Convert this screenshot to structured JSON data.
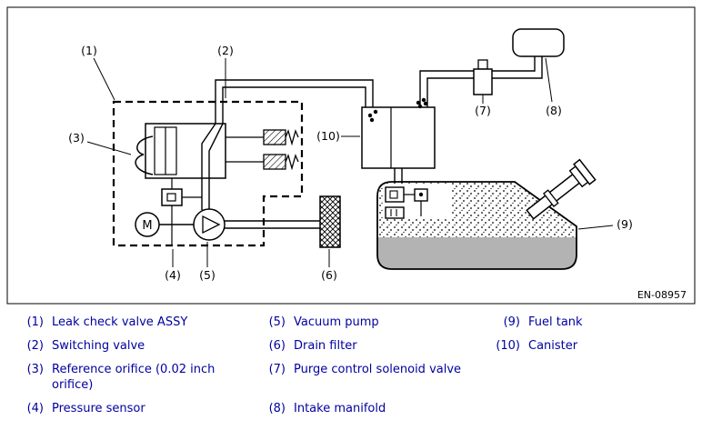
{
  "diagram": {
    "code": "EN-08957",
    "motor_label": "M",
    "callouts": {
      "c1": "(1)",
      "c2": "(2)",
      "c3": "(3)",
      "c4": "(4)",
      "c5": "(5)",
      "c6": "(6)",
      "c7": "(7)",
      "c8": "(8)",
      "c9": "(9)",
      "c10": "(10)"
    }
  },
  "legend": {
    "columns": [
      {
        "items": [
          {
            "num": "(1)",
            "label": "Leak check valve ASSY"
          },
          {
            "num": "(2)",
            "label": "Switching valve"
          },
          {
            "num": "(3)",
            "label": "Reference orifice (0.02 inch orifice)"
          },
          {
            "num": "(4)",
            "label": "Pressure sensor"
          }
        ]
      },
      {
        "items": [
          {
            "num": "(5)",
            "label": "Vacuum pump"
          },
          {
            "num": "(6)",
            "label": "Drain filter"
          },
          {
            "num": "(7)",
            "label": "Purge control solenoid valve"
          },
          {
            "num": "(8)",
            "label": "Intake manifold"
          }
        ]
      },
      {
        "items": [
          {
            "num": "(9)",
            "label": "Fuel tank"
          },
          {
            "num": "(10)",
            "label": "Canister"
          }
        ]
      }
    ]
  },
  "colors": {
    "legend_text": "#0000A0",
    "line": "#000000",
    "fuel_fill": "#b3b3b3"
  }
}
